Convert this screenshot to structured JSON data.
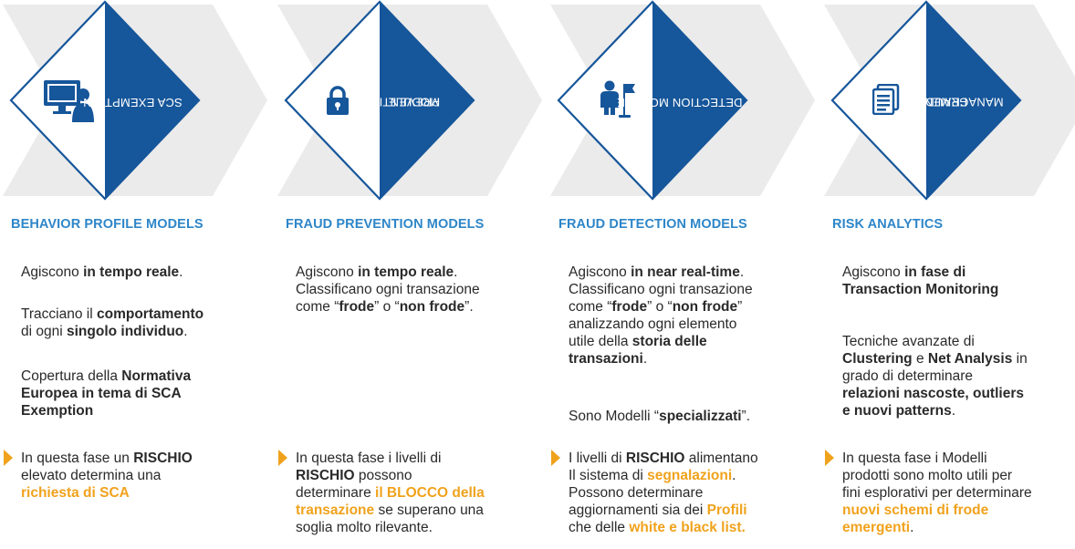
{
  "columns": [
    {
      "vertical_label": [
        "SCA EXEMPTION"
      ],
      "icon": "person-at-computer-icon",
      "title": "BEHAVIOR PROFILE MODELS",
      "paragraphs": [
        [
          {
            "t": "Agiscono "
          },
          {
            "t": "in tempo reale",
            "b": true
          },
          {
            "t": "."
          }
        ],
        [
          {
            "t": "Tracciano il "
          },
          {
            "t": "comportamento",
            "b": true
          },
          {
            "t": "\ndi ogni "
          },
          {
            "t": "singolo individuo",
            "b": true
          },
          {
            "t": "."
          }
        ],
        [
          {
            "t": "Copertura della "
          },
          {
            "t": "Normativa\nEuropea in tema di SCA\nExemption",
            "b": true
          }
        ]
      ],
      "bullet": [
        {
          "t": "In questa fase un "
        },
        {
          "t": "RISCHIO",
          "b": true
        },
        {
          "t": "\nelevato determina una\n"
        },
        {
          "t": "richiesta di SCA",
          "h": true
        }
      ]
    },
    {
      "vertical_label": [
        "PREVENTION",
        "MODULE"
      ],
      "icon": "lock-icon",
      "title": "FRAUD PREVENTION MODELS",
      "paragraphs": [
        [
          {
            "t": "Agiscono "
          },
          {
            "t": "in tempo reale",
            "b": true
          },
          {
            "t": ".\nClassificano ogni transazione\ncome “"
          },
          {
            "t": "frode",
            "b": true
          },
          {
            "t": "” o  “"
          },
          {
            "t": "non frode",
            "b": true
          },
          {
            "t": "”."
          }
        ]
      ],
      "bullet": [
        {
          "t": "In questa fase i livelli di\n"
        },
        {
          "t": "RISCHIO",
          "b": true
        },
        {
          "t": " possono\ndeterminare "
        },
        {
          "t": "il BLOCCO della\ntransazione",
          "h": true
        },
        {
          "t": " se superano una\nsoglia molto rilevante."
        }
      ]
    },
    {
      "vertical_label": [
        "DETECTION MODULE"
      ],
      "icon": "person-with-flag-icon",
      "title": "FRAUD DETECTION MODELS",
      "paragraphs": [
        [
          {
            "t": "Agiscono "
          },
          {
            "t": "in near real-time",
            "b": true
          },
          {
            "t": ".\nClassificano ogni transazione\ncome “"
          },
          {
            "t": "frode",
            "b": true
          },
          {
            "t": "” o  “"
          },
          {
            "t": "non frode",
            "b": true
          },
          {
            "t": "”\nanalizzando ogni elemento\nutile della "
          },
          {
            "t": "storia delle\ntransazioni",
            "b": true
          },
          {
            "t": "."
          }
        ],
        [
          {
            "t": "Sono Modelli “"
          },
          {
            "t": "specializzati",
            "b": true
          },
          {
            "t": "”."
          }
        ]
      ],
      "bullet": [
        {
          "t": "I livelli di "
        },
        {
          "t": "RISCHIO",
          "b": true
        },
        {
          "t": " alimentano\nIl sistema di "
        },
        {
          "t": "segnalazioni",
          "h": true
        },
        {
          "t": ".\nPossono determinare\naggiornamenti sia dei "
        },
        {
          "t": "Profili",
          "h": true
        },
        {
          "t": "\nche delle "
        },
        {
          "t": "white e black list.",
          "h": true
        }
      ]
    },
    {
      "vertical_label": [
        "FRAUD",
        "MANAGEMENT"
      ],
      "icon": "document-icon",
      "title": "RISK ANALYTICS",
      "paragraphs": [
        [
          {
            "t": "Agiscono "
          },
          {
            "t": "in fase di\nTransaction Monitoring",
            "b": true
          }
        ],
        [
          {
            "t": "Tecniche avanzate di\n"
          },
          {
            "t": "Clustering",
            "b": true
          },
          {
            "t": " e "
          },
          {
            "t": "Net Analysis",
            "b": true
          },
          {
            "t": " in\ngrado di determinare\n"
          },
          {
            "t": "relazioni nascoste, outliers\ne nuovi patterns",
            "b": true
          },
          {
            "t": "."
          }
        ]
      ],
      "bullet": [
        {
          "t": "In questa fase i Modelli\nprodotti sono molto utili per\nfini esplorativi per determinare\n"
        },
        {
          "t": "nuovi schemi di frode\nemergenti",
          "h": true
        },
        {
          "t": "."
        }
      ]
    }
  ],
  "colors": {
    "navy": "#16569a",
    "chevron_gray": "#ebebeb",
    "title_blue": "#2e86c8",
    "highlight_orange": "#f0a21c"
  }
}
